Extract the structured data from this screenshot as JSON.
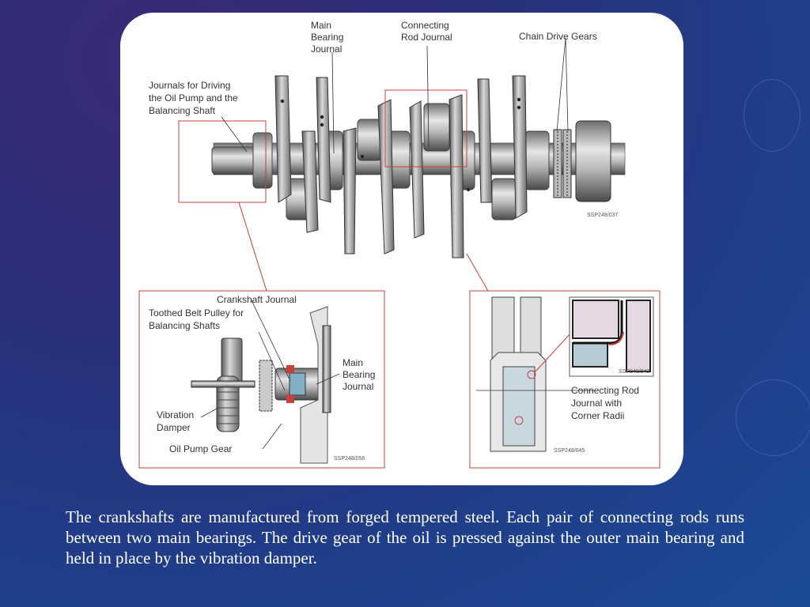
{
  "labels": {
    "main_bearing_journal": [
      "Main",
      "Bearing",
      "Journal"
    ],
    "connecting_rod_journal": [
      "Connecting",
      "Rod Journal"
    ],
    "chain_drive_gears": "Chain Drive Gears",
    "journals_oil_pump": [
      "Journals for Driving",
      "the Oil Pump and the",
      "Balancing Shaft"
    ],
    "crankshaft_journal": "Crankshaft Journal",
    "toothed_belt_pulley": [
      "Toothed Belt Pulley for",
      "Balancing Shafts"
    ],
    "main_bearing_journal_detail": [
      "Main",
      "Bearing",
      "Journal"
    ],
    "vibration_damper": [
      "Vibration",
      "Damper"
    ],
    "oil_pump_gear": "Oil Pump Gear",
    "conrod_corner_radii": [
      "Connecting Rod",
      "Journal with",
      "Corner Radii"
    ]
  },
  "codes": {
    "main": "SSP248/037",
    "left_detail": "SSP248/056",
    "right_detail": "SSP248/045",
    "inset": "SSP248/043"
  },
  "caption": "The crankshafts are manufactured from forged tempered steel. Each pair of connecting rods runs between two main bearings. The drive gear of the oil is pressed against the outer main bearing and held in place by the vibration damper.",
  "colors": {
    "callout_red": "#c8403a",
    "slide_bg": "#2a3380"
  }
}
